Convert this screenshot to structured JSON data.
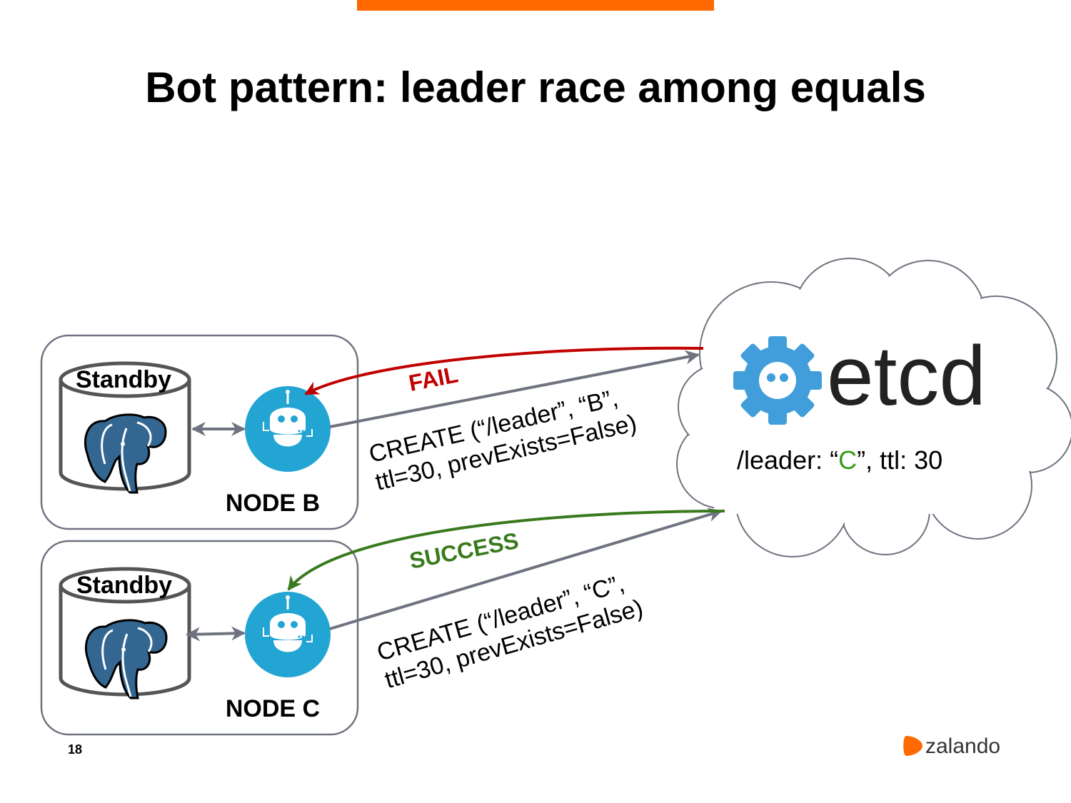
{
  "title": "Bot pattern: leader race among equals",
  "page_number": "18",
  "brand": {
    "name": "zalando",
    "color": "#ff6900"
  },
  "nodes": [
    {
      "name": "NODE B",
      "db_label": "Standby",
      "request_line1": "CREATE (“/leader”, “B”,",
      "request_line2": "ttl=30, prevExists=False)",
      "result": "FAIL",
      "result_color": "#c00000"
    },
    {
      "name": "NODE C",
      "db_label": "Standby",
      "request_line1": "CREATE (“/leader”, “C”,",
      "request_line2": "ttl=30, prevExists=False)",
      "result": "SUCCESS",
      "result_color": "#3a7a1e"
    }
  ],
  "etcd": {
    "logo_text": "etcd",
    "logo_color": "#419eda",
    "key_prefix": "/leader: “",
    "key_value": "C",
    "key_suffix": "”, ttl: 30",
    "value_color": "#3a9a1e"
  },
  "icons": [
    "postgresql-elephant-icon",
    "bot-icon",
    "etcd-logo-icon",
    "zalando-logo-icon"
  ],
  "colors": {
    "bot": "#23a5d3",
    "elephant": "#336791",
    "arrow_gray": "#6f7380"
  }
}
